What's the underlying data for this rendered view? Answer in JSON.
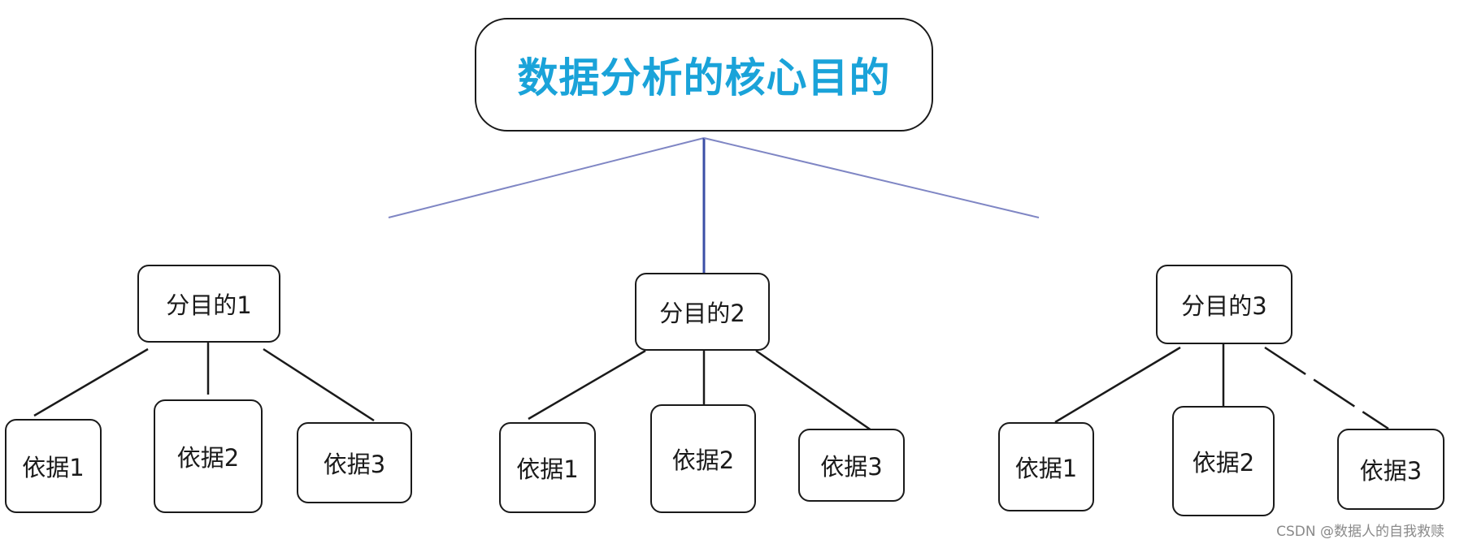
{
  "diagram": {
    "root": {
      "label": "数据分析的核心目的",
      "color": "#1aa3d9"
    },
    "branches": [
      {
        "label": "分目的1",
        "leaves": [
          "依据1",
          "依据2",
          "依据3"
        ]
      },
      {
        "label": "分目的2",
        "leaves": [
          "依据1",
          "依据2",
          "依据3"
        ]
      },
      {
        "label": "分目的3",
        "leaves": [
          "依据1",
          "依据2",
          "依据3"
        ]
      }
    ],
    "colors": {
      "root_connector": "#7f86c4",
      "root_connector_center": "#3b4fa6",
      "node_border": "#1a1a1a",
      "branch_connector": "#1a1a1a"
    }
  },
  "watermark": "CSDN @数据人的自我救赎"
}
